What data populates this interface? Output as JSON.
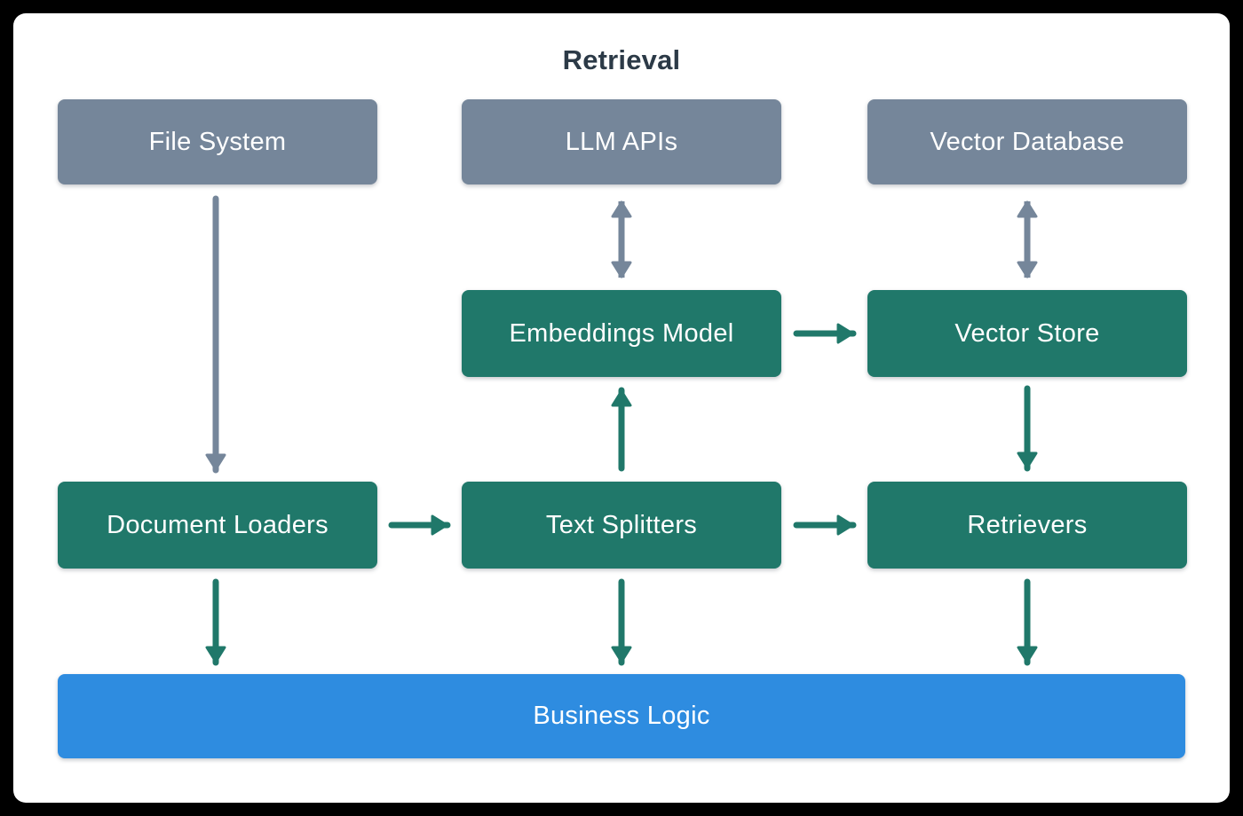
{
  "diagram": {
    "title": "Retrieval",
    "colors": {
      "page_background": "#000000",
      "card_background": "#ffffff",
      "title_text": "#2c3a47",
      "source_box": "#75869a",
      "component_box": "#20786a",
      "app_box": "#2e8ce0",
      "box_text": "#ffffff",
      "gray_arrow": "#75869a",
      "green_arrow": "#20786a"
    },
    "nodes": {
      "file_system": {
        "label": "File System",
        "type": "external-source"
      },
      "llm_apis": {
        "label": "LLM APIs",
        "type": "external-source"
      },
      "vector_database": {
        "label": "Vector Database",
        "type": "external-source"
      },
      "embeddings_model": {
        "label": "Embeddings Model",
        "type": "component"
      },
      "vector_store": {
        "label": "Vector Store",
        "type": "component"
      },
      "document_loaders": {
        "label": "Document Loaders",
        "type": "component"
      },
      "text_splitters": {
        "label": "Text Splitters",
        "type": "component"
      },
      "retrievers": {
        "label": "Retrievers",
        "type": "component"
      },
      "business_logic": {
        "label": "Business Logic",
        "type": "application"
      }
    },
    "edges": [
      {
        "from": "File System",
        "to": "Document Loaders",
        "direction": "down",
        "color": "gray"
      },
      {
        "from": "LLM APIs",
        "to": "Embeddings Model",
        "direction": "bidirectional",
        "color": "gray"
      },
      {
        "from": "Vector Database",
        "to": "Vector Store",
        "direction": "bidirectional",
        "color": "gray"
      },
      {
        "from": "Embeddings Model",
        "to": "Vector Store",
        "direction": "right",
        "color": "green"
      },
      {
        "from": "Text Splitters",
        "to": "Embeddings Model",
        "direction": "up",
        "color": "green"
      },
      {
        "from": "Vector Store",
        "to": "Retrievers",
        "direction": "down",
        "color": "green"
      },
      {
        "from": "Document Loaders",
        "to": "Text Splitters",
        "direction": "right",
        "color": "green"
      },
      {
        "from": "Text Splitters",
        "to": "Retrievers",
        "direction": "right",
        "color": "green"
      },
      {
        "from": "Document Loaders",
        "to": "Business Logic",
        "direction": "down",
        "color": "green"
      },
      {
        "from": "Text Splitters",
        "to": "Business Logic",
        "direction": "down",
        "color": "green"
      },
      {
        "from": "Retrievers",
        "to": "Business Logic",
        "direction": "down",
        "color": "green"
      }
    ]
  }
}
